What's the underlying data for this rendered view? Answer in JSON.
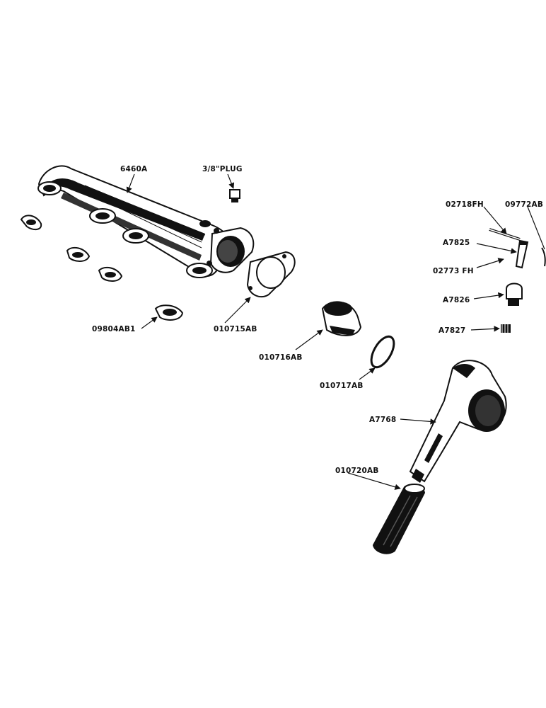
{
  "labels": {
    "manifold": "6460A",
    "plug": "3/8\"PLUG",
    "pin_top": "02718FH",
    "part_edge": "09772AB",
    "pin": "A7825",
    "cotter": "02773 FH",
    "cap": "A7826",
    "screw": "A7827",
    "gasket_small": "09804AB1",
    "gasket_flange": "010715AB",
    "cup": "010716AB",
    "ring": "010717AB",
    "elbow": "A7768",
    "pipe": "010720AB"
  },
  "colors": {
    "ink": "#111111",
    "paper": "#ffffff"
  }
}
